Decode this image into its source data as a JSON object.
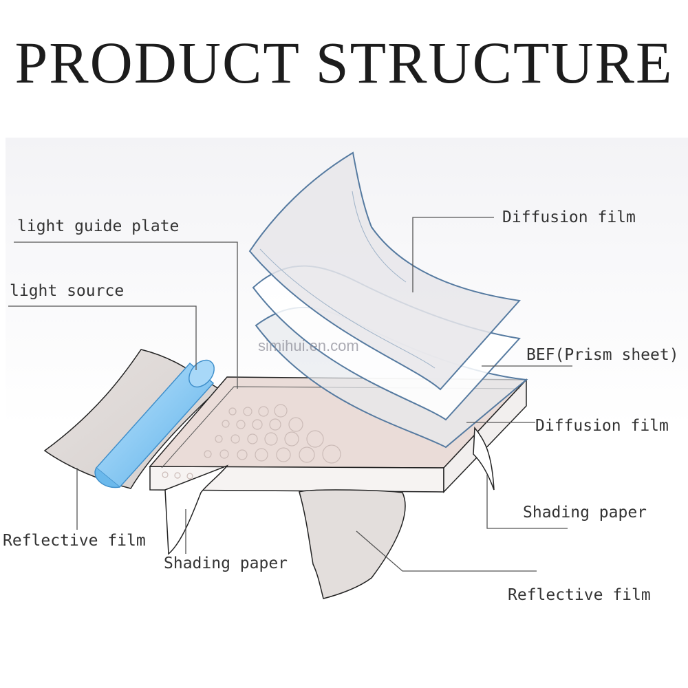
{
  "title": "PRODUCT STRUCTURE",
  "watermark": "simihui.en.com",
  "labels": {
    "light_guide_plate": "light guide plate",
    "light_source": "light source",
    "reflective_film_left": "Reflective film",
    "shading_paper_left": "Shading paper",
    "diffusion_film_top": "Diffusion film",
    "bef_prism_sheet": "BEF(Prism sheet)",
    "diffusion_film_bottom": "Diffusion film",
    "shading_paper_right": "Shading paper",
    "reflective_film_right": "Reflective film"
  }
}
